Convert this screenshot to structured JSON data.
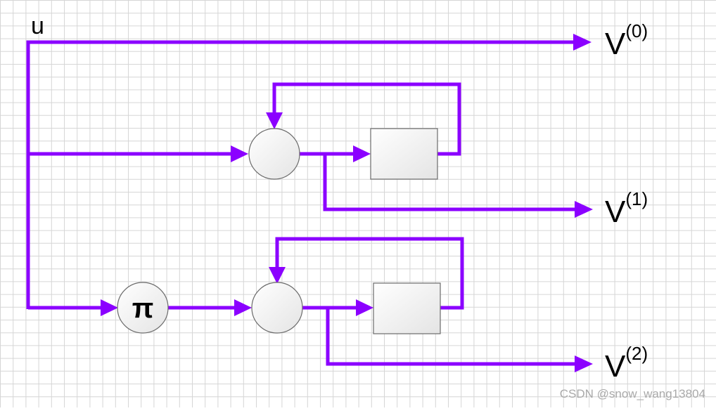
{
  "diagram": {
    "input_label": "u",
    "outputs": [
      {
        "base": "V",
        "superscript": "(0)"
      },
      {
        "base": "V",
        "superscript": "(1)"
      },
      {
        "base": "V",
        "superscript": "(2)"
      }
    ],
    "pi_symbol": "π",
    "watermark": "CSDN @snow_wang13804",
    "wire_color": "#8b00ff"
  }
}
